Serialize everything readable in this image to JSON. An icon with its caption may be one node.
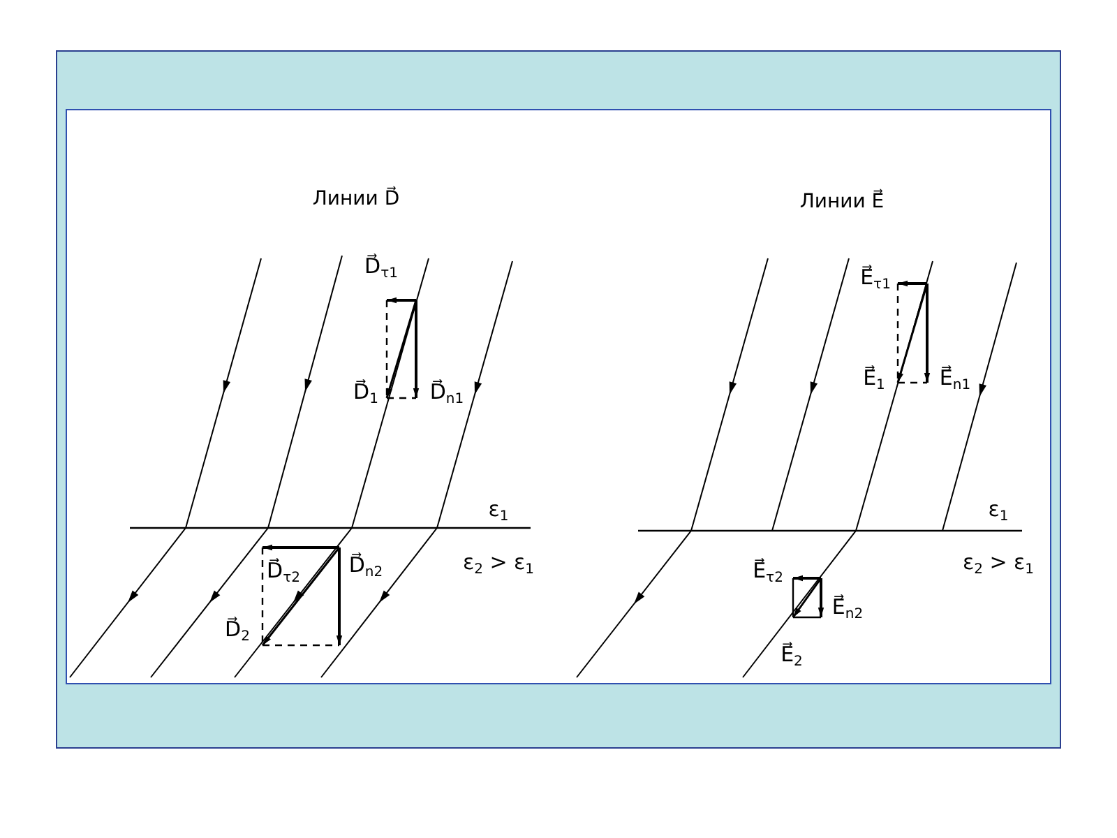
{
  "diagram": {
    "labels": [
      "Линии D⃗",
      "D⃗$_{τ1}$",
      "D⃗$_{1}$",
      "D⃗$_{n1}$",
      "ε$_{1}$",
      "ε$_{2}$ > ε$_{1}$",
      "D⃗$_{τ2}$",
      "D⃗$_{n2}$",
      "D⃗$_{2}$",
      "Линии E⃗",
      "E⃗$_{τ1}$",
      "E⃗$_{1}$",
      "E⃗$_{n1}$",
      "ε$_{1}$",
      "ε$_{2}$ > ε$_{1}$",
      "E⃗$_{τ2}$",
      "E⃗$_{n2}$",
      "E⃗$_{2}$"
    ]
  }
}
